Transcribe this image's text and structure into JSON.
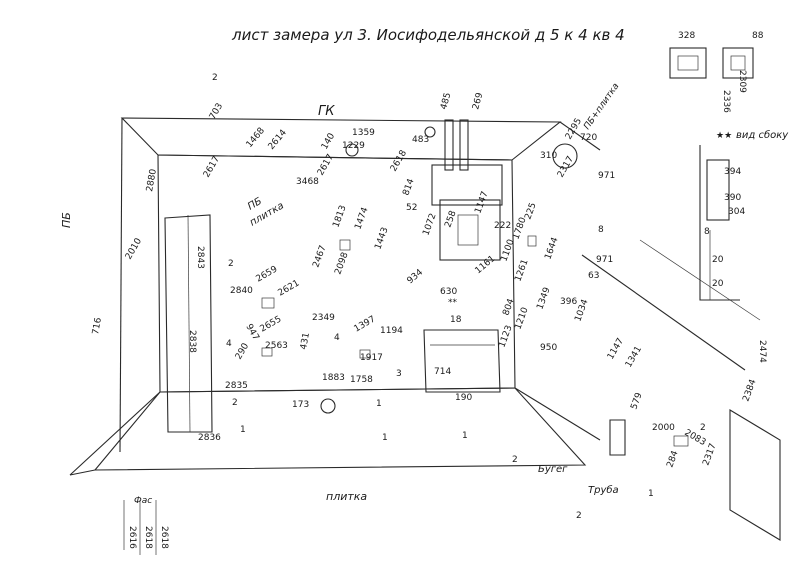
{
  "title": "лист замера ул 3. Иосифодельянской д 5 к 4 кв 4",
  "labels": {
    "ceiling": "ГК",
    "floor": "плитка",
    "left_wall": "ПБ",
    "back_wall_a": "ПБ",
    "back_wall_b": "плитка",
    "right_wall": "ПБ+плитка",
    "side_view": "вид сбоку",
    "boiler": "Бугег",
    "pipe": "Труба",
    "fac": "Фас",
    "stars": "★★",
    "double_star": "**"
  },
  "dims": {
    "d703": "703",
    "d3468": "3468",
    "d1468": "1468",
    "d2614": "2614",
    "d2617a": "2617",
    "d1359": "1359",
    "d1229": "1229",
    "d140": "140",
    "d2617b": "2617",
    "d483": "483",
    "d2618": "2618",
    "d485": "485",
    "d269": "269",
    "d310": "310",
    "d2295": "2295",
    "d720": "720",
    "d2317": "2317",
    "d971a": "971",
    "d971b": "971",
    "d2880": "2880",
    "d2010": "2010",
    "d2843": "2843",
    "d2840": "2840",
    "d2659": "2659",
    "d2621": "2621",
    "d2838": "2838",
    "d947": "947",
    "d2655": "2655",
    "d2349": "2349",
    "d1194": "1194",
    "d1397": "1397",
    "d1917": "1917",
    "d2563": "2563",
    "d431": "431",
    "d290": "290",
    "d2835": "2835",
    "d1883": "1883",
    "d1758": "1758",
    "d173": "173",
    "d2836": "2836",
    "d1813": "1813",
    "d1474": "1474",
    "d1443": "1443",
    "d2467": "2467",
    "d2098": "2098",
    "d814": "814",
    "d52": "52",
    "d1072": "1072",
    "d258": "258",
    "d1147": "1147",
    "d222": "222",
    "d1161": "1161",
    "d1100": "1100",
    "d934": "934",
    "d630": "630",
    "d1780": "1780",
    "d225": "225",
    "d1644": "1644",
    "d1261": "1261",
    "d18": "18",
    "d714": "714",
    "d190": "190",
    "d1123": "1123",
    "d1210": "1210",
    "d804": "804",
    "d950": "950",
    "d396": "396",
    "d1034": "1034",
    "d1349": "1349",
    "d1147b": "1147",
    "d1341": "1341",
    "d579": "579",
    "d2083": "2083",
    "d2000": "2000",
    "d284": "284",
    "d2384": "2384",
    "d2317b": "2317",
    "d2474": "2474",
    "d2616": "2616",
    "d2618b": "2618",
    "d2618c": "2618",
    "d328": "328",
    "d88": "88",
    "d2336": "2336",
    "d2309": "2309",
    "d394": "394",
    "d390": "390",
    "d304": "304",
    "d20a": "20",
    "d20b": "20",
    "d63": "63",
    "d716": "716"
  },
  "marks": {
    "m1a": "1",
    "m1b": "1",
    "m1c": "1",
    "m1d": "1",
    "m1e": "1",
    "m2a": "2",
    "m2b": "2",
    "m2c": "2",
    "m2d": "2",
    "m2e": "2",
    "m2f": "2",
    "m3": "3",
    "m4a": "4",
    "m4b": "4",
    "m8a": "8",
    "m8b": "8"
  }
}
